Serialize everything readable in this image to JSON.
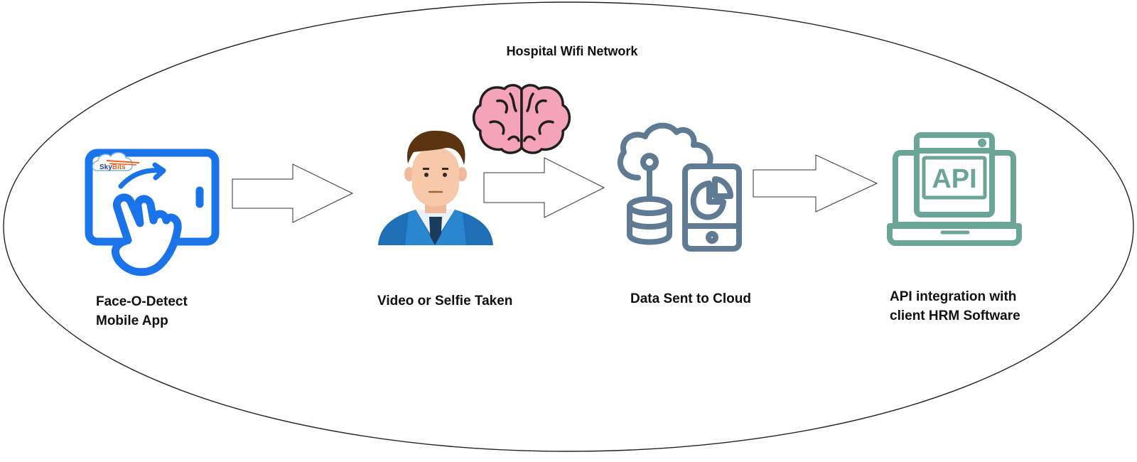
{
  "network": {
    "title": "Hospital Wifi Network"
  },
  "steps": [
    {
      "lines": [
        "Face-O-Detect",
        "Mobile App"
      ],
      "icon": "tablet-touch-icon",
      "color": "#1a73e8"
    },
    {
      "lines": [
        "Video or Selfie Taken"
      ],
      "icon": "businessman-icon"
    },
    {
      "lines": [
        "Data Sent to Cloud"
      ],
      "icon": "cloud-data-icon",
      "color": "#5f7a93"
    },
    {
      "lines": [
        "API integration with",
        "client HRM Software"
      ],
      "icon": "api-laptop-icon",
      "color": "#6aa596"
    }
  ],
  "logo": {
    "text": "SkyBits"
  },
  "brain": {
    "icon": "brain-icon",
    "color": "#f4a3b8"
  },
  "api_screen_text": "API"
}
